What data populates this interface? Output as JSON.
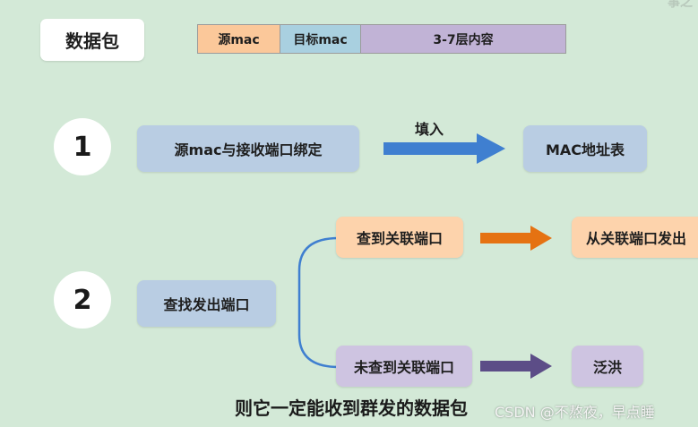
{
  "corner_text": "事之",
  "packet": {
    "title": "数据包",
    "segments": [
      "源mac",
      "目标mac",
      "3-7层内容"
    ],
    "colors": [
      "#fbc89a",
      "#a9d0e0",
      "#c1b3d6"
    ]
  },
  "step1": {
    "number": "1",
    "action": "源mac与接收端口绑定",
    "arrow_label": "填入",
    "target": "MAC地址表"
  },
  "step2": {
    "number": "2",
    "action": "查找发出端口",
    "branch_found": "查到关联端口",
    "branch_found_result": "从关联端口发出",
    "branch_not_found": "未查到关联端口",
    "branch_not_found_result": "泛洪"
  },
  "caption": "则它一定能收到群发的数据包",
  "watermark": "CSDN @不熬夜，早点睡",
  "colors": {
    "background": "#d3e9d7",
    "blue_box": "#b9cde3",
    "orange_box": "#fdd3ac",
    "purple_box": "#cec4e1",
    "arrow_blue": "#3f7fd0",
    "arrow_orange": "#e57212",
    "arrow_purple": "#5c4d87",
    "bracket": "#3f7fd0"
  }
}
